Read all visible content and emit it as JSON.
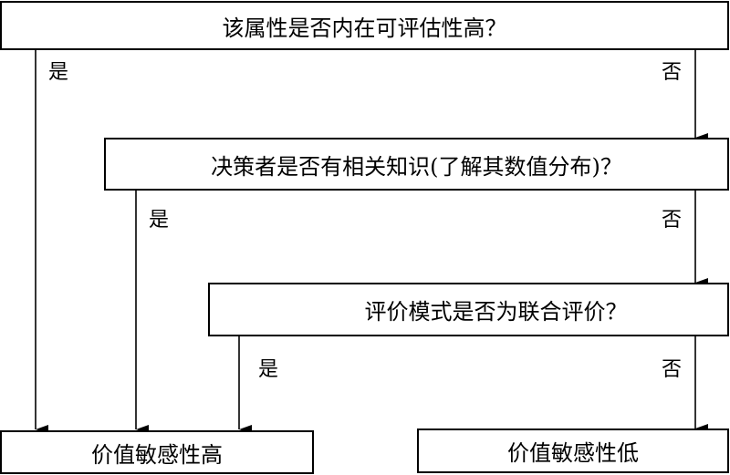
{
  "nodes": {
    "q1": "该属性是否内在可评估性高？",
    "q2": "决策者是否有相关知识(了解其数值分布)？",
    "q3": "评价模式是否为联合评价？",
    "out_high": "价值敏感性高",
    "out_low": "价值敏感性低"
  },
  "edge_labels": {
    "q1_yes": "是",
    "q1_no": "否",
    "q2_yes": "是",
    "q2_no": "否",
    "q3_yes": "是",
    "q3_no": "否"
  }
}
